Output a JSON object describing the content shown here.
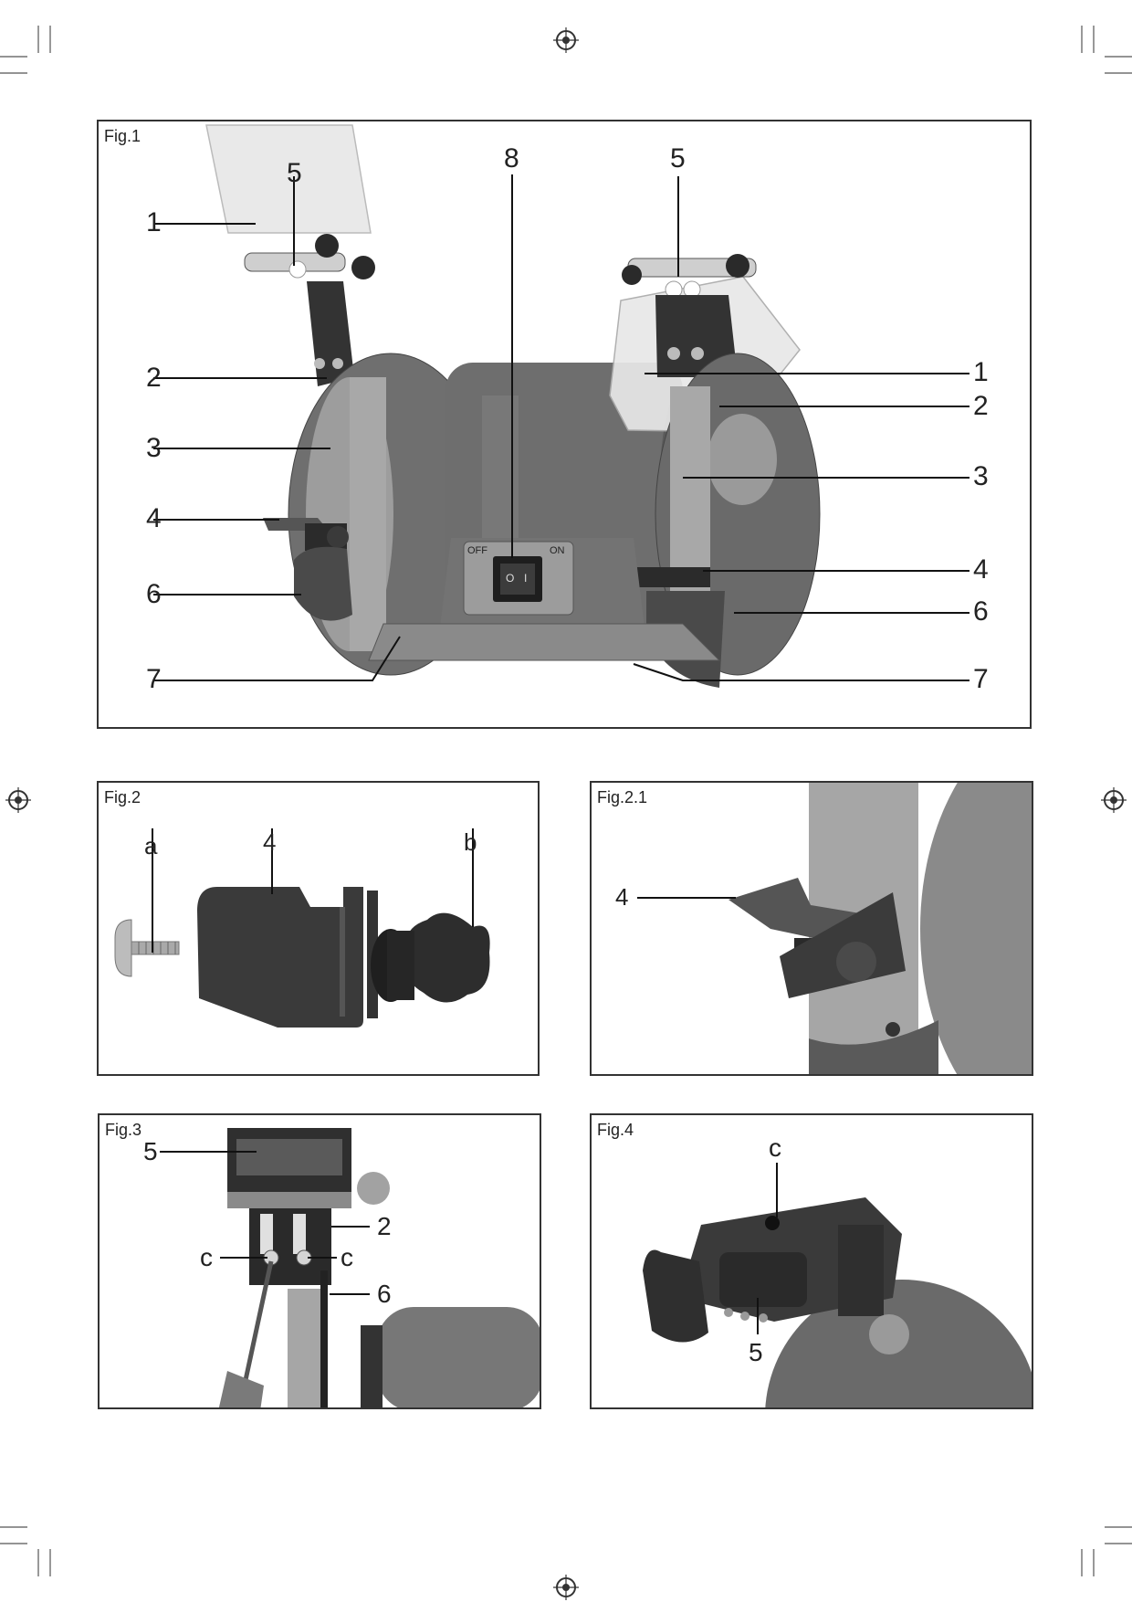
{
  "figures": {
    "fig1": {
      "title": "Fig.1",
      "callouts": {
        "c1_left": "1",
        "c5_left": "5",
        "c2_left": "2",
        "c3_left": "3",
        "c4_left": "4",
        "c6_left": "6",
        "c7_left": "7",
        "c8": "8",
        "c5_right": "5",
        "c1_right": "1",
        "c2_right": "2",
        "c3_right": "3",
        "c4_right": "4",
        "c6_right": "6",
        "c7_right": "7"
      },
      "switch": {
        "off": "OFF",
        "on": "ON",
        "o": "O",
        "i": "I"
      }
    },
    "fig2": {
      "title": "Fig.2",
      "callouts": {
        "a": "a",
        "n4": "4",
        "b": "b"
      }
    },
    "fig2_1": {
      "title": "Fig.2.1",
      "callouts": {
        "n4": "4"
      }
    },
    "fig3": {
      "title": "Fig.3",
      "callouts": {
        "n5": "5",
        "n2": "2",
        "c_left": "c",
        "c_right": "c",
        "n6": "6"
      }
    },
    "fig4": {
      "title": "Fig.4",
      "callouts": {
        "c": "c",
        "n5": "5"
      }
    }
  }
}
